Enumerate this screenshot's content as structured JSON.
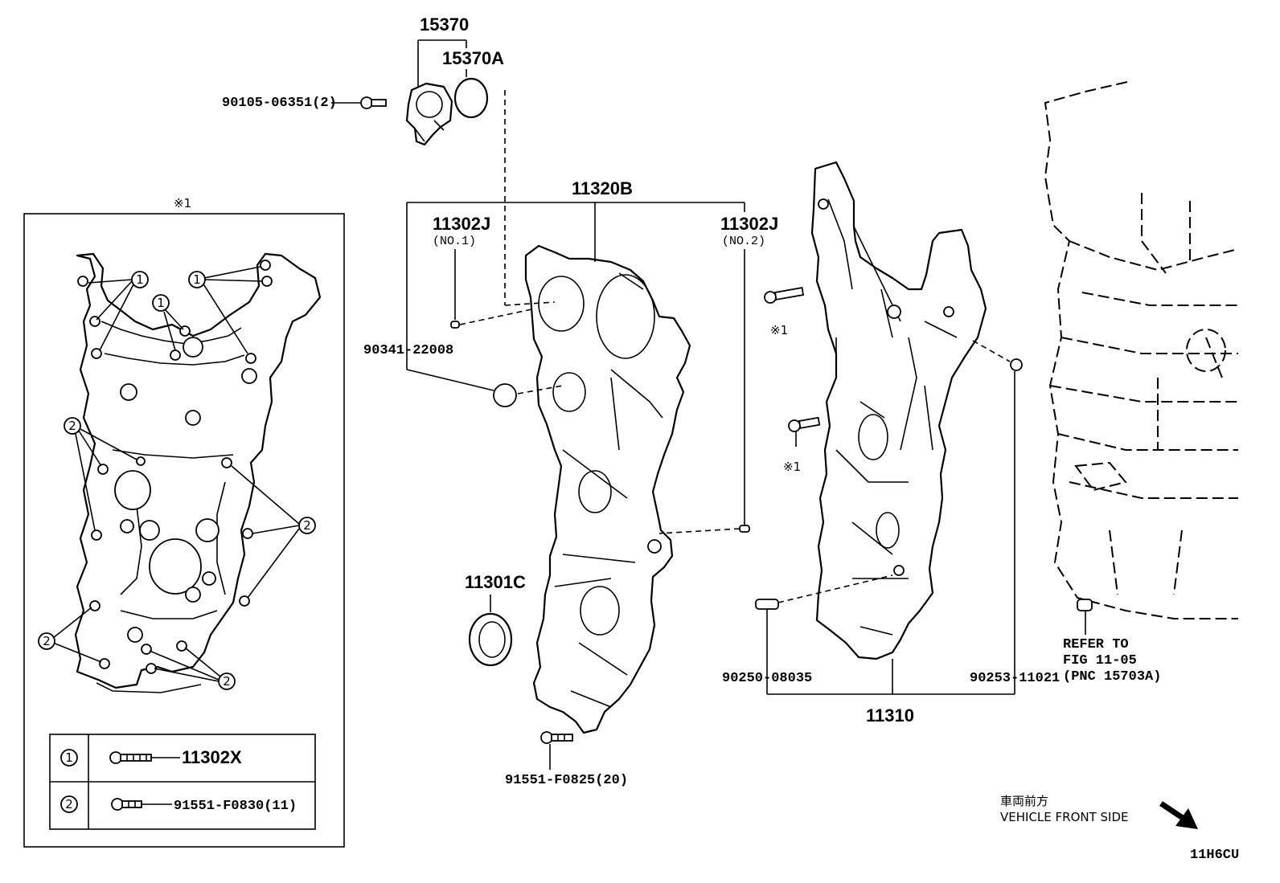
{
  "labels": {
    "p15370": "15370",
    "p15370A": "15370A",
    "p90105": "90105-06351(2)",
    "p11320B": "11320B",
    "p11302J_1": "11302J",
    "p11302J_1_sub": "(NO.1)",
    "p11302J_2": "11302J",
    "p11302J_2_sub": "(NO.2)",
    "p90341": "90341-22008",
    "p11301C": "11301C",
    "p91551_0825": "91551-F0825(20)",
    "p90250": "90250-08035",
    "p90253": "90253-11021",
    "p11310": "11310",
    "mark1_a": "※1",
    "mark1_b": "※1",
    "inset_mark": "※1",
    "refer_1": "REFER TO",
    "refer_2": "FIG 11-05",
    "refer_3": "(PNC 15703A)",
    "front_jp": "車両前方",
    "front_en": "VEHICLE FRONT SIDE",
    "diagram_code": "11H6CU"
  },
  "inset": {
    "callout_1": "1",
    "callout_2": "2",
    "table": [
      {
        "key": "1",
        "part": "11302X"
      },
      {
        "key": "2",
        "part": "91551-F0830(11)"
      }
    ]
  }
}
